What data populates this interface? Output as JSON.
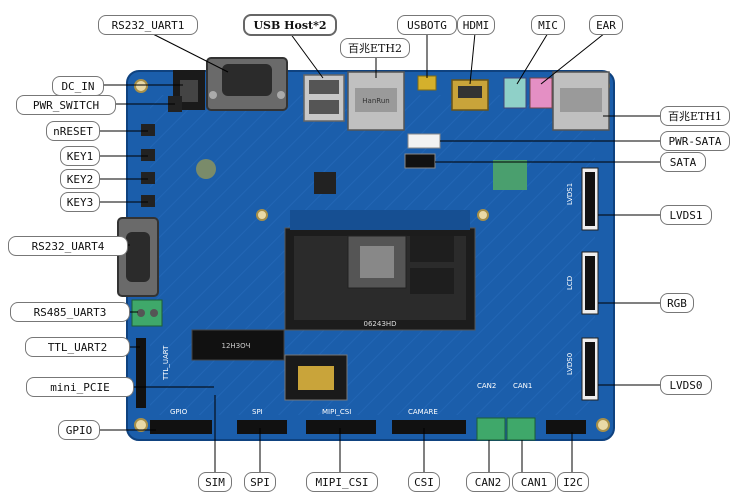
{
  "labels": {
    "rs232_uart1": "RS232_UART1",
    "usb_host": "USB Host*2",
    "usbotg": "USBOTG",
    "hdmi": "HDMI",
    "mic": "MIC",
    "ear": "EAR",
    "eth2": "百兆ETH2",
    "eth1": "百兆ETH1",
    "dc_in": "DC_IN",
    "pwr_switch": "PWR_SWITCH",
    "nreset": "nRESET",
    "key1": "KEY1",
    "key2": "KEY2",
    "key3": "KEY3",
    "rs232_uart4": "RS232_UART4",
    "rs485_uart3": "RS485_UART3",
    "ttl_uart2": "TTL_UART2",
    "mini_pcie": "mini_PCIE",
    "gpio": "GPIO",
    "pwr_sata": "PWR-SATA",
    "sata": "SATA",
    "lvds1": "LVDS1",
    "rgb": "RGB",
    "lvds0": "LVDS0",
    "sim": "SIM",
    "spi": "SPI",
    "mipi_csi": "MIPI_CSI",
    "csi": "CSI",
    "can2": "CAN2",
    "can1": "CAN1",
    "i2c": "I2C"
  },
  "silkscreen": {
    "som_code": "0624ЗHD",
    "pcie_code": "12НЗОЧ",
    "lvds1": "LVDS1",
    "lcd": "LCD",
    "lvds0": "LVDS0",
    "gpio": "GPIO",
    "spi": "SPI",
    "mipi_csi": "MIPI_CSI",
    "camare": "CAMARE",
    "can2": "CAN2",
    "can1": "CAN1",
    "ttl_uart": "TTL_UART",
    "eth_brand": "HanRun"
  },
  "colors": {
    "board": "#1b5eab",
    "board_dark": "#0f427f",
    "callout_line": "#000000",
    "label_border": "#777777",
    "terminal_green": "#3fa86a"
  }
}
